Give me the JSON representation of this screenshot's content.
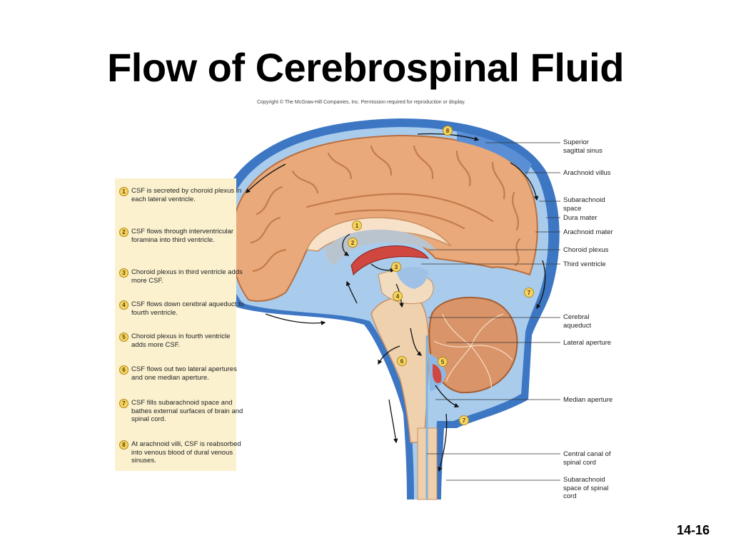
{
  "title": "Flow of Cerebrospinal Fluid",
  "copyright": "Copyright © The McGraw-Hill Companies, Inc. Permission required for reproduction or display.",
  "steps": [
    {
      "num": "1",
      "text": "CSF is secreted by choroid plexus in each lateral ventricle."
    },
    {
      "num": "2",
      "text": "CSF flows through interventricular foramina into third ventricle."
    },
    {
      "num": "3",
      "text": "Choroid plexus in third ventricle adds more CSF."
    },
    {
      "num": "4",
      "text": "CSF flows down cerebral aqueduct to fourth ventricle."
    },
    {
      "num": "5",
      "text": "Choroid plexus in fourth ventricle adds more CSF."
    },
    {
      "num": "6",
      "text": "CSF flows out two lateral apertures and one median aperture."
    },
    {
      "num": "7",
      "text": "CSF fills subarachnoid space and bathes external surfaces of brain and spinal cord."
    },
    {
      "num": "8",
      "text": "At arachnoid villi, CSF is reabsorbed into venous blood of dural venous sinuses."
    }
  ],
  "labels": {
    "superior_sagittal_sinus": "Superior sagittal sinus",
    "arachnoid_villus": "Arachnoid villus",
    "subarachnoid_space": "Subarachnoid space",
    "dura_mater": "Dura mater",
    "arachnoid_mater": "Arachnoid mater",
    "choroid_plexus": "Choroid plexus",
    "third_ventricle": "Third ventricle",
    "cerebral_aqueduct": "Cerebral aqueduct",
    "lateral_aperture": "Lateral aperture",
    "median_aperture": "Median aperture",
    "central_canal": "Central canal of spinal cord",
    "subarachnoid_space_spinal": "Subarachnoid space of spinal cord"
  },
  "markers": [
    "1",
    "2",
    "3",
    "4",
    "5",
    "6",
    "7",
    "7",
    "8"
  ],
  "slide_number": "14-16",
  "colors": {
    "brain_tissue": "#e9a97a",
    "brain_shadow": "#c57b4d",
    "csf_blue": "#7fb2e0",
    "dura_blue": "#3d77c4",
    "light_blue": "#c9def3",
    "panel_background": "#fbf1cf",
    "marker_yellow": "#f6d463"
  }
}
